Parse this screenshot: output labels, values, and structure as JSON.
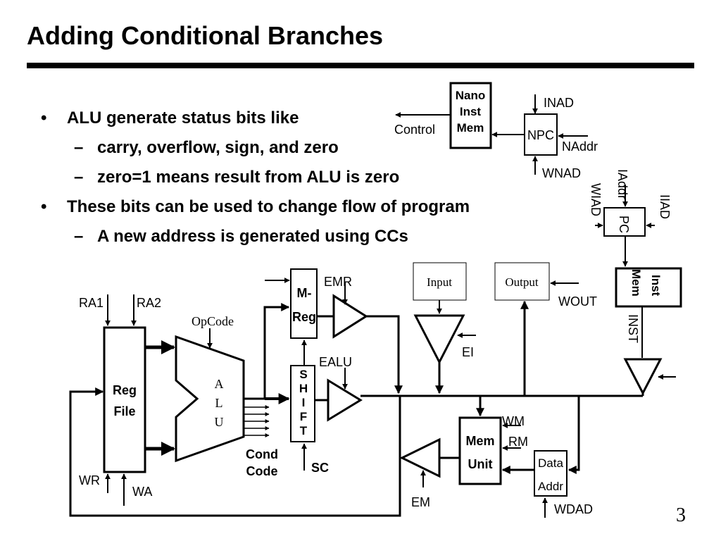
{
  "slide": {
    "title": "Adding Conditional Branches",
    "page_number": "3"
  },
  "bullets": [
    {
      "level": 1,
      "marker": "•",
      "text": "ALU generate status bits like"
    },
    {
      "level": 2,
      "marker": "–",
      "text": "carry, overflow, sign, and zero"
    },
    {
      "level": 2,
      "marker": "–",
      "text": "zero=1 means result from ALU is zero"
    },
    {
      "level": 1,
      "marker": "•",
      "text": "These bits can be used to change flow of program"
    },
    {
      "level": 2,
      "marker": "–",
      "text": "A new address is generated using CCs"
    }
  ],
  "diagram": {
    "nano_inst_mem": [
      "Nano",
      "Inst",
      "Mem"
    ],
    "control": "Control",
    "npc": "NPC",
    "inad": "INAD",
    "naddr": "NAddr",
    "wnad": "WNAD",
    "iaddr": "IAddr",
    "wiad": "WIAD",
    "pc": "PC",
    "iiad": "IIAD",
    "inst_mem": [
      "Inst",
      "Mem"
    ],
    "inst": "INST",
    "ra1": "RA1",
    "ra2": "RA2",
    "reg_file": [
      "Reg",
      "File"
    ],
    "wr": "WR",
    "wa": "WA",
    "opcode": "OpCode",
    "alu": [
      "A",
      "L",
      "U"
    ],
    "cond_code": [
      "Cond",
      "Code"
    ],
    "m_reg": [
      "M-",
      "Reg"
    ],
    "emr": "EMR",
    "ealu": "EALU",
    "shift": [
      "S",
      "H",
      "I",
      "F",
      "T"
    ],
    "sc": "SC",
    "input": "Input",
    "ei": "EI",
    "output": "Output",
    "wout": "WOUT",
    "mem_unit": [
      "Mem",
      "Unit"
    ],
    "wm": "WM",
    "rm": "RM",
    "em": "EM",
    "data_addr": [
      "Data",
      "Addr"
    ],
    "wdad": "WDAD"
  }
}
